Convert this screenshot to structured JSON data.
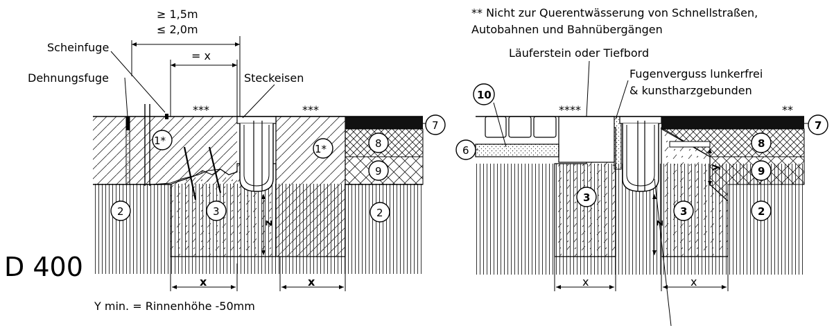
{
  "drawing_title": "D 400",
  "note_y": "Y min. = Rinnenhöhe -50mm",
  "note_top_right_1": "** Nicht zur Querentwässerung von Schnellstraßen,",
  "note_top_right_2": "Autobahnen und Bahnübergängen",
  "left": {
    "dim_min": "≥ 1,5m",
    "dim_max": "≤ 2,0m",
    "dim_eq_x": "= x",
    "label_scheinfuge": "Scheinfuge",
    "label_dehnungsfuge": "Dehnungsfuge",
    "label_steckeisen": "Steckeisen",
    "stars_1": "***",
    "stars_2": "***",
    "z": "z",
    "x1": "x",
    "x2": "x",
    "items": [
      "1*",
      "1*",
      "2",
      "2",
      "3",
      "7",
      "8",
      "9"
    ]
  },
  "right": {
    "label_laeuferstein": "Läuferstein oder Tiefbord",
    "label_fugen_1": "Fugenverguss lunkerfrei",
    "label_fugen_2": "& kunstharzgebunden",
    "stars_4": "****",
    "stars_2": "**",
    "y": "y",
    "z": "z",
    "x1": "x",
    "x2": "x",
    "items": [
      "10",
      "6",
      "3",
      "3",
      "2",
      "7",
      "8",
      "9"
    ]
  }
}
